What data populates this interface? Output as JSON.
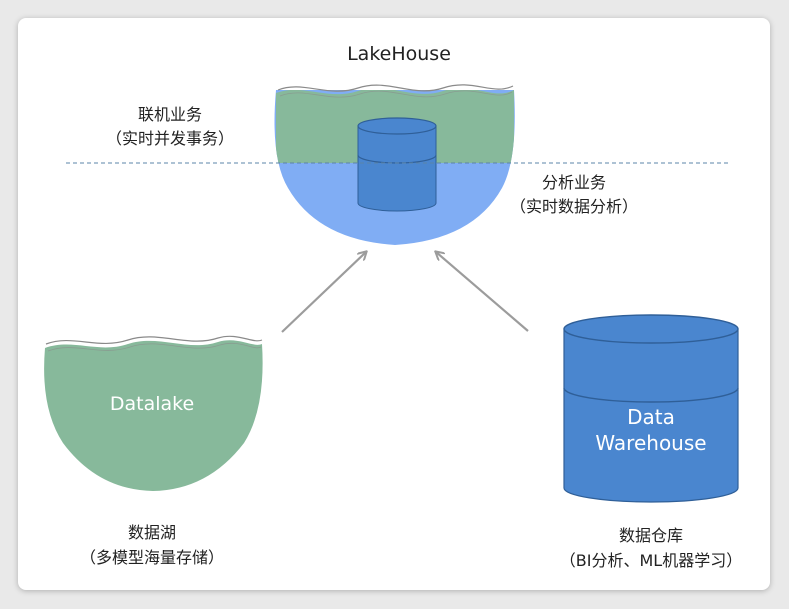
{
  "title": "LakeHouse",
  "labels": {
    "oltp_line1": "联机业务",
    "oltp_line2": "（实时并发事务）",
    "olap_line1": "分析业务",
    "olap_line2": "（实时数据分析）",
    "datalake_inner": "Datalake",
    "datalake_line1": "数据湖",
    "datalake_line2": "（多模型海量存储）",
    "dw_inner_line1": "Data",
    "dw_inner_line2": "Warehouse",
    "dw_line1": "数据仓库",
    "dw_line2": "（BI分析、ML机器学习）"
  },
  "colors": {
    "lake_green": "#87b99b",
    "lake_blue": "#80adf4",
    "cylinder_blue": "#4a86cf",
    "cylinder_dark": "#2f5f98",
    "arrow_gray": "#9c9c9c",
    "dashed_line": "#5b84a8"
  }
}
